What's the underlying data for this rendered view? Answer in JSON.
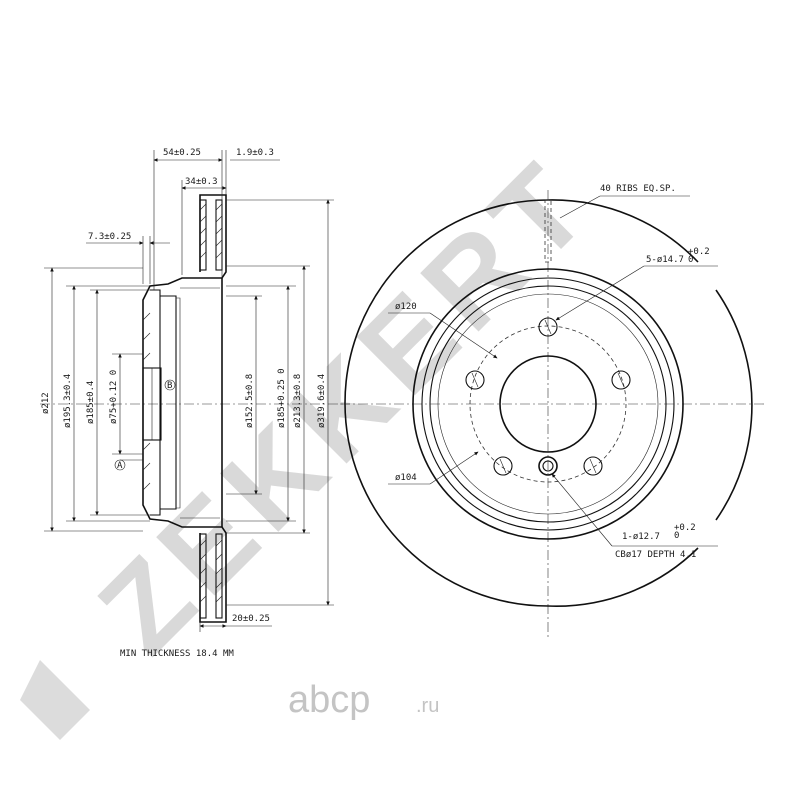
{
  "watermark": {
    "brand_diagonal": "ZEKKERT",
    "site_logo": "abcp",
    "site_tld": ".ru"
  },
  "side_view": {
    "top_dims": [
      "54±0.25",
      "1.9±0.3",
      "34±0.3",
      "7.3±0.25"
    ],
    "vertical_dims": [
      "ø212",
      "ø195.3±0.4",
      "ø185±0.4",
      "ø75+0.12 0",
      "ø152.5±0.8",
      "ø185+0.25 0",
      "ø213.3±0.8",
      "ø319.6±0.4"
    ],
    "datum": "A",
    "section_marker": "B",
    "bottom_dim": "20±0.25",
    "note": "MIN THICKNESS 18.4 MM"
  },
  "front_view": {
    "ribs": "40 RIBS EQ.SP.",
    "bolt_holes": "5-ø14.7",
    "bolt_holes_tol": "+0.2",
    "bolt_holes_tol_low": "0",
    "pcd_120": "ø120",
    "pcd_104": "ø104",
    "locator_hole": "1-ø12.7",
    "locator_tol": "+0.2",
    "locator_tol_low": "0",
    "counterbore": "CBø17 DEPTH 4.1"
  }
}
